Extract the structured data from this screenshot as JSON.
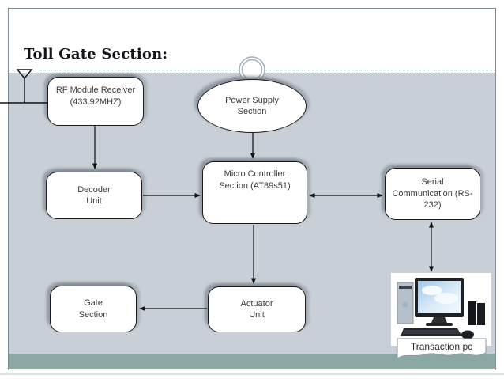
{
  "slide": {
    "title": "Toll Gate Section:"
  },
  "diagram": {
    "nodes": {
      "rf_module": "RF Module Receiver\n(433.92MHZ)",
      "power_supply": "Power Supply\nSection",
      "decoder": "Decoder\nUnit",
      "micro_controller": "Micro Controller\nSection (AT89s51)",
      "serial_comm": "Serial\nCommunication (RS-\n232)",
      "gate": "Gate\nSection",
      "actuator": "Actuator\nUnit"
    },
    "pc_caption": "Transaction pc",
    "connections": [
      {
        "from": "rf_module",
        "to": "decoder",
        "direction": "one-way"
      },
      {
        "from": "power_supply",
        "to": "micro_controller",
        "direction": "one-way"
      },
      {
        "from": "decoder",
        "to": "micro_controller",
        "direction": "one-way"
      },
      {
        "from": "micro_controller",
        "to": "serial_comm",
        "direction": "two-way"
      },
      {
        "from": "micro_controller",
        "to": "actuator",
        "direction": "one-way"
      },
      {
        "from": "actuator",
        "to": "gate",
        "direction": "one-way"
      },
      {
        "from": "serial_comm",
        "to": "transaction_pc",
        "direction": "two-way"
      }
    ],
    "colors": {
      "photo_background": "#c8cfd6",
      "teal_strip": "#8ba8a4",
      "dashed_line": "#6f9898",
      "frame_border": "#7e8e98",
      "shape_border": "#1a1a1a"
    }
  }
}
